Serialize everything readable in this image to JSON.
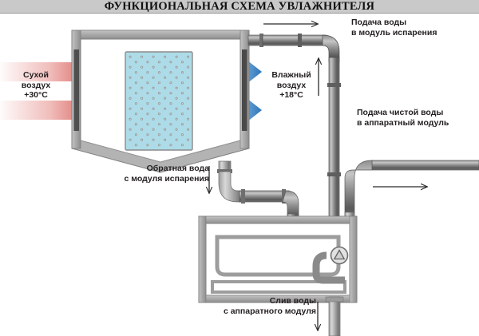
{
  "title": "ФУНКЦИОНАЛЬНАЯ СХЕМА УВЛАЖНИТЕЛЯ",
  "labels": {
    "dry_air": "Сухой\nвоздух\n+30°C",
    "humid_air": "Влажный\nвоздух\n+18°C",
    "water_supply_evap": "Подача воды\nв модуль испарения",
    "clean_water_supply": "Подача чистой воды\nв аппаратный модуль",
    "return_water": "Обратная вода\nс модуля испарения",
    "water_drain": "Слив воды\nс аппаратного модуля"
  },
  "icons": {
    "pump": "pump-icon",
    "arrow_left_top": "arrow-left-icon",
    "arrow_up_right": "arrow-up-icon",
    "arrow_left_mid": "arrow-left-icon",
    "arrow_down_return": "arrow-down-icon",
    "arrow_down_drain": "arrow-down-icon"
  },
  "colors": {
    "title_bar": "#c9c9c9",
    "background": "#ffffff",
    "pipe_dark": "#4d4d4d",
    "pipe_mid": "#8a8a8a",
    "pipe_light": "#d4d4d4",
    "module_frame": "#a8a8a8",
    "module_fill": "#ffffff",
    "panel_fill": "#addce8",
    "panel_dot": "#8f8f8f",
    "arrow_hot": "#d4453f",
    "arrow_cold": "#2e7dc4",
    "text": "#231f20"
  },
  "components": {
    "evaporation_module": "evaporation-module",
    "evaporation_panel": "evaporation-panel",
    "apparatus_module": "apparatus-module",
    "water_tank": "water-tank",
    "pump": "circulation-pump"
  },
  "flows": {
    "hot_air_arrows": 2,
    "cold_air_arrows": 2
  }
}
